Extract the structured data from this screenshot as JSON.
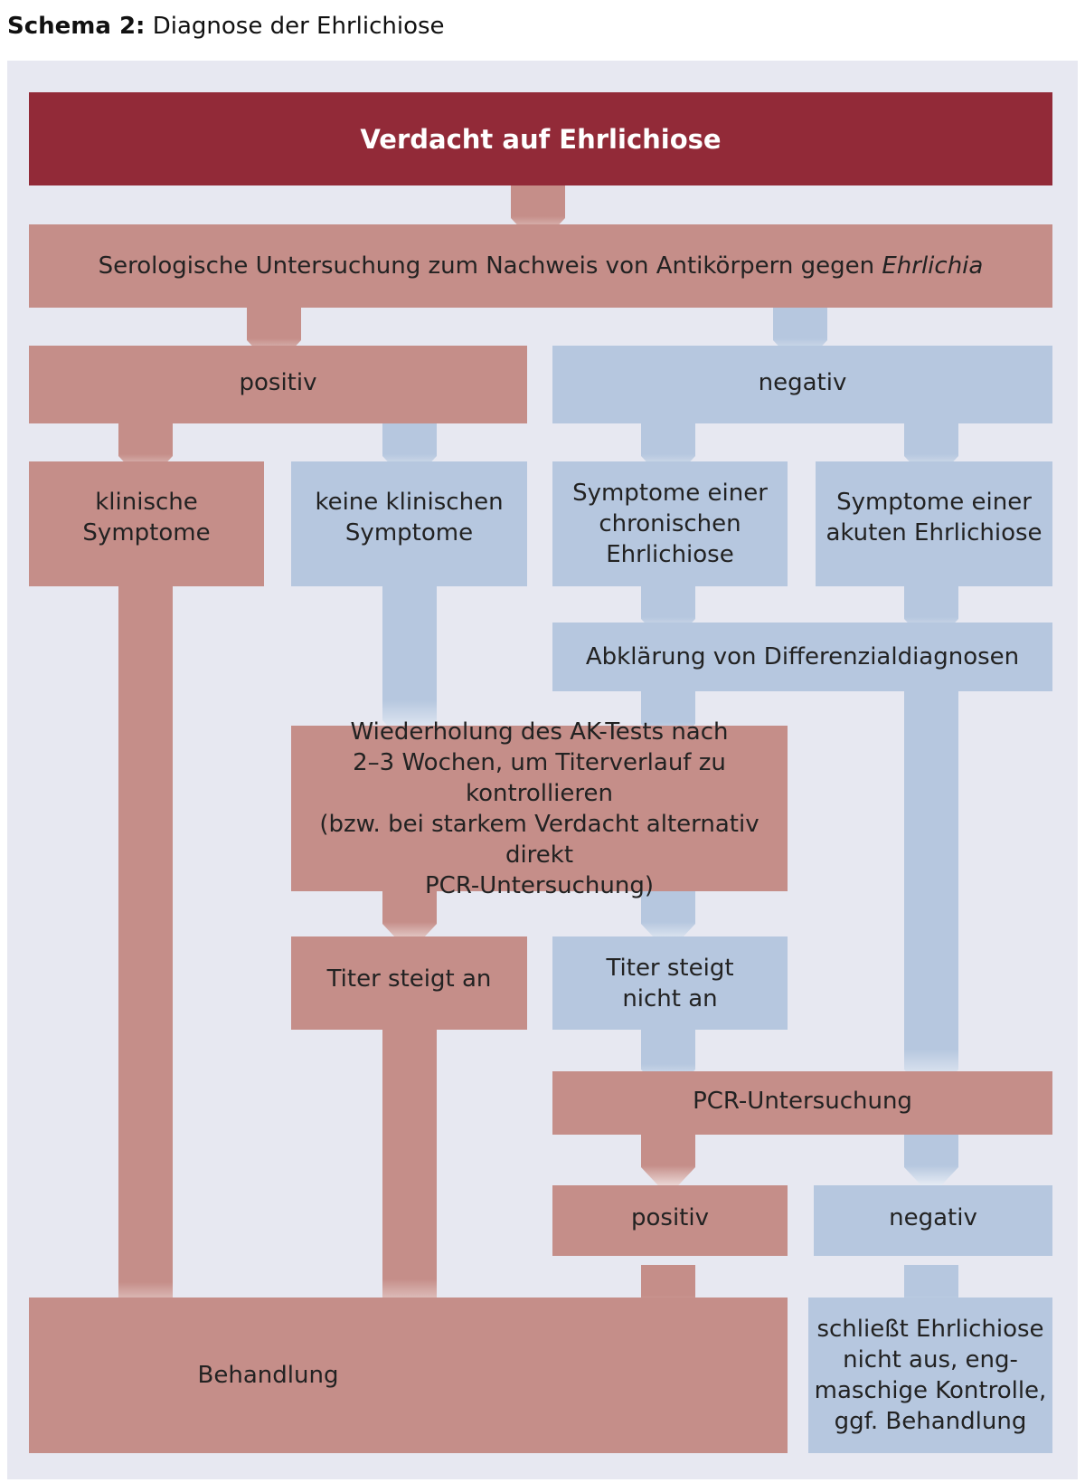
{
  "caption": {
    "label": "Schema 2:",
    "title": "Diagnose der Ehrlichiose"
  },
  "colors": {
    "top": "#922a38",
    "red": "#c58e89",
    "blue": "#b6c7df",
    "panel": "#e7e8f1"
  },
  "nodes": {
    "suspicion": "Verdacht auf Ehrlichiose",
    "serology_pre": "Serologische Untersuchung zum Nachweis von Antikörpern gegen ",
    "serology_italic": "Ehrlichia",
    "positive": "positiv",
    "negative": "negativ",
    "clinical": "klinische\nSymptome",
    "no_clinical": "keine klinischen\nSymptome",
    "chronic": "Symptome einer\nchronischen\nEhrlichiose",
    "acute": "Symptome einer\nakuten Ehrlichiose",
    "differential": "Abklärung von Differenzialdiagnosen",
    "repeat_test": "Wiederholung des AK-Tests nach\n2–3 Wochen, um Titerverlauf zu kontrollieren\n(bzw. bei starkem Verdacht alternativ direkt\nPCR-Untersuchung)",
    "titer_up": "Titer steigt an",
    "titer_not_up": "Titer steigt\nnicht an",
    "pcr": "PCR-Untersuchung",
    "pcr_positive": "positiv",
    "pcr_negative": "negativ",
    "treatment": "Behandlung",
    "not_excluded": "schließt Ehrlichiose\nnicht aus, eng-\nmaschige Kontrolle,\nggf. Behandlung"
  }
}
